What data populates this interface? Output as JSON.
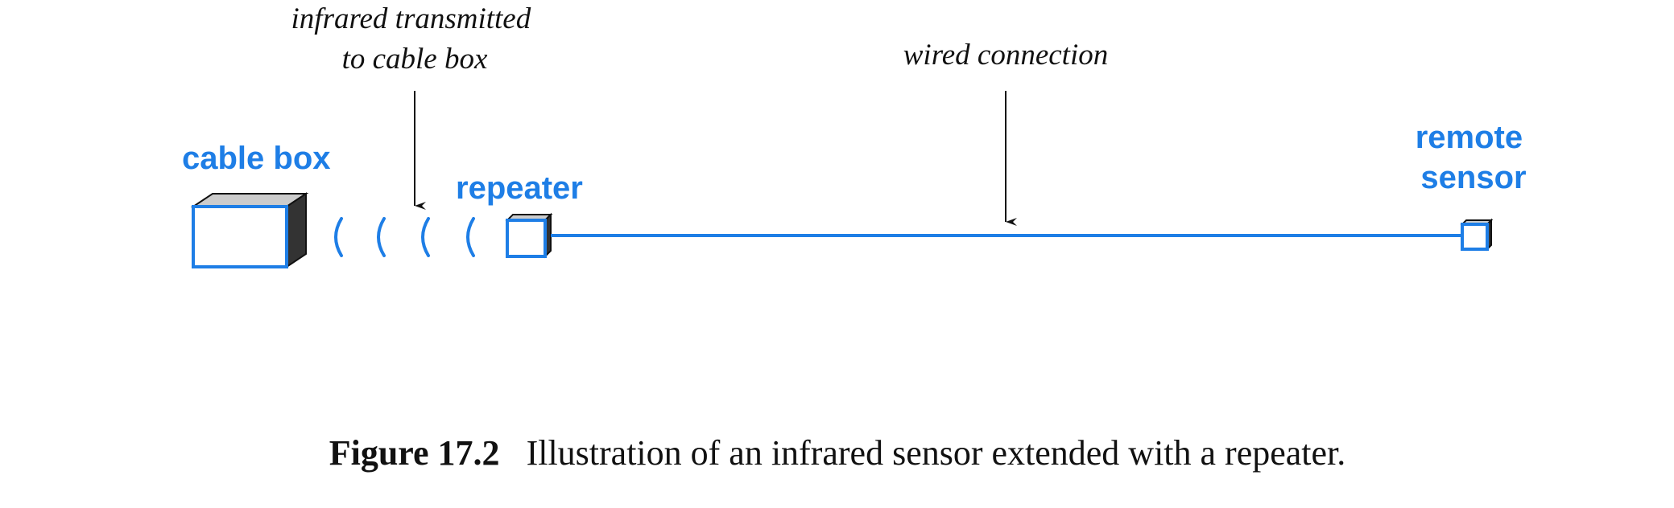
{
  "labels": {
    "cable_box": "cable box",
    "repeater": "repeater",
    "remote_sensor_line1": "remote",
    "remote_sensor_line2": "sensor"
  },
  "annotations": {
    "infrared_line1": "infrared transmitted",
    "infrared_line2": "to cable box",
    "wired": "wired connection"
  },
  "caption": {
    "number": "Figure 17.2",
    "text": "Illustration of an infrared sensor extended with a repeater."
  },
  "colors": {
    "accent": "#1e7ee6",
    "box_shade": "#333333",
    "box_top": "#cccccc",
    "ink": "#111111"
  }
}
